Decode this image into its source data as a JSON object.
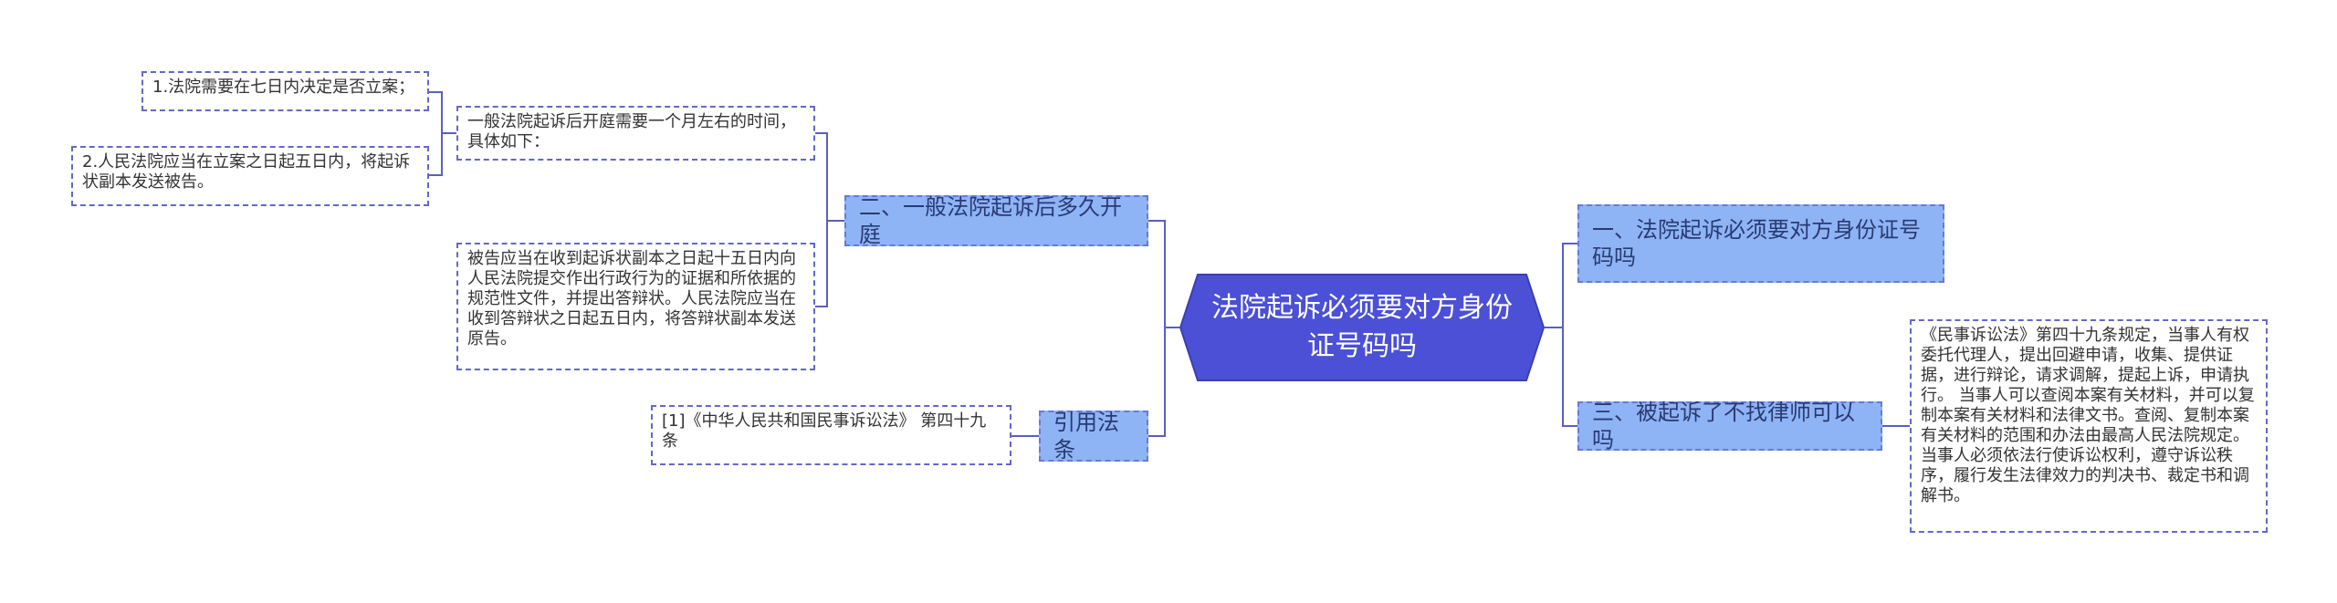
{
  "colors": {
    "root_fill": "#4b50d6",
    "branch_fill": "#8eb4f6",
    "line": "#5a5fc2"
  },
  "root": {
    "label": "法院起诉必须要对方身份证号码吗"
  },
  "branches": {
    "b1": {
      "label": "一、法院起诉必须要对方身份证号码吗"
    },
    "b2": {
      "label": "二、一般法院起诉后多久开庭"
    },
    "b3": {
      "label": "三、被起诉了不找律师可以吗"
    },
    "b4": {
      "label": "引用法条"
    }
  },
  "leaves": {
    "b2_intro": {
      "text": "一般法院起诉后开庭需要一个月左右的时间，具体如下："
    },
    "b2_intro_1": {
      "text": "1.法院需要在七日内决定是否立案；"
    },
    "b2_intro_2": {
      "text": "2.人民法院应当在立案之日起五日内，将起诉状副本发送被告。"
    },
    "b2_defense": {
      "text": "被告应当在收到起诉状副本之日起十五日内向人民法院提交作出行政行为的证据和所依据的规范性文件，并提出答辩状。人民法院应当在收到答辩状之日起五日内，将答辩状副本发送原告。"
    },
    "b3_law": {
      "text": "《民事诉讼法》第四十九条规定，当事人有权委托代理人，提出回避申请，收集、提供证据，进行辩论，请求调解，提起上诉，申请执行。 当事人可以查阅本案有关材料，并可以复制本案有关材料和法律文书。查阅、复制本案有关材料的范围和办法由最高人民法院规定。 当事人必须依法行使诉讼权利，遵守诉讼秩序，履行发生法律效力的判决书、裁定书和调解书。"
    },
    "b4_ref": {
      "text": "[1]《中华人民共和国民事诉讼法》 第四十九条"
    }
  }
}
